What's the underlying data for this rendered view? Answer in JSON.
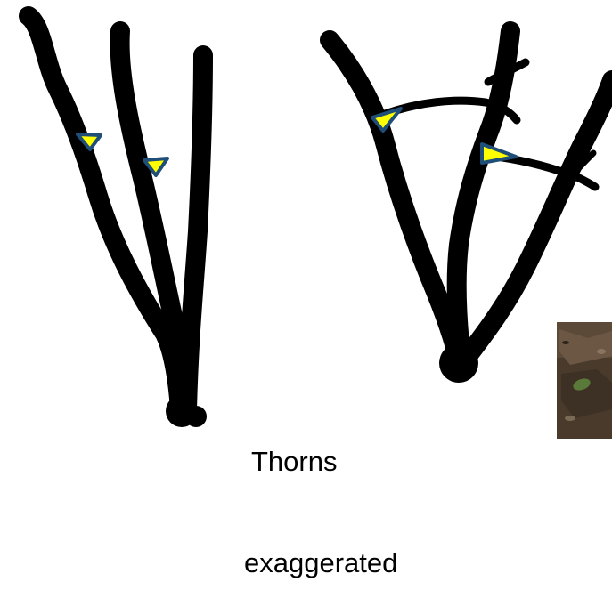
{
  "caption": {
    "line1": "Thorns",
    "line2": "exaggerated"
  },
  "colors": {
    "stem": "#000000",
    "thorn_fill": "#ffff00",
    "thorn_outline": "#1f4e79",
    "background": "#ffffff",
    "photo_soil": "#4a3a2c"
  },
  "icons": {
    "thorn": "thorn-triangle-icon",
    "photo": "soil-photo-thumbnail"
  }
}
